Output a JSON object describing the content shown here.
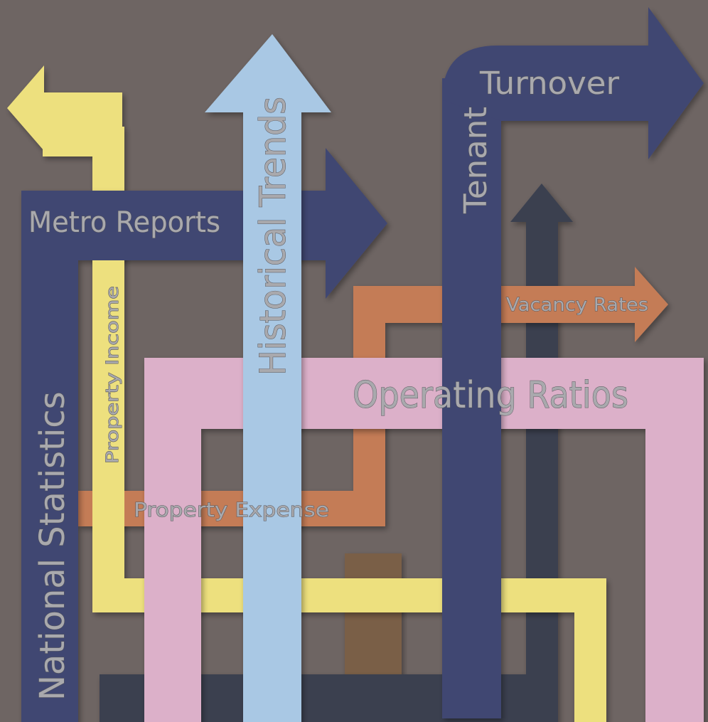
{
  "labels": {
    "national_statistics": "National Statistics",
    "metro_reports": "Metro Reports",
    "property_income": "Property Income",
    "historical_trends": "Historical Trends",
    "tenant": "Tenant",
    "turnover": "Turnover",
    "vacancy_rates": "Vacancy Rates",
    "operating_ratios": "Operating Ratios",
    "property_expense": "Property Expense"
  },
  "colors": {
    "background": "#6e6563",
    "yellow": "#ede07e",
    "navy": "#414672",
    "light_blue": "#a9c8e4",
    "pink": "#dcb0c9",
    "orange": "#c47b57",
    "dark_slate": "#3a4050",
    "brown": "#7a5e47"
  }
}
